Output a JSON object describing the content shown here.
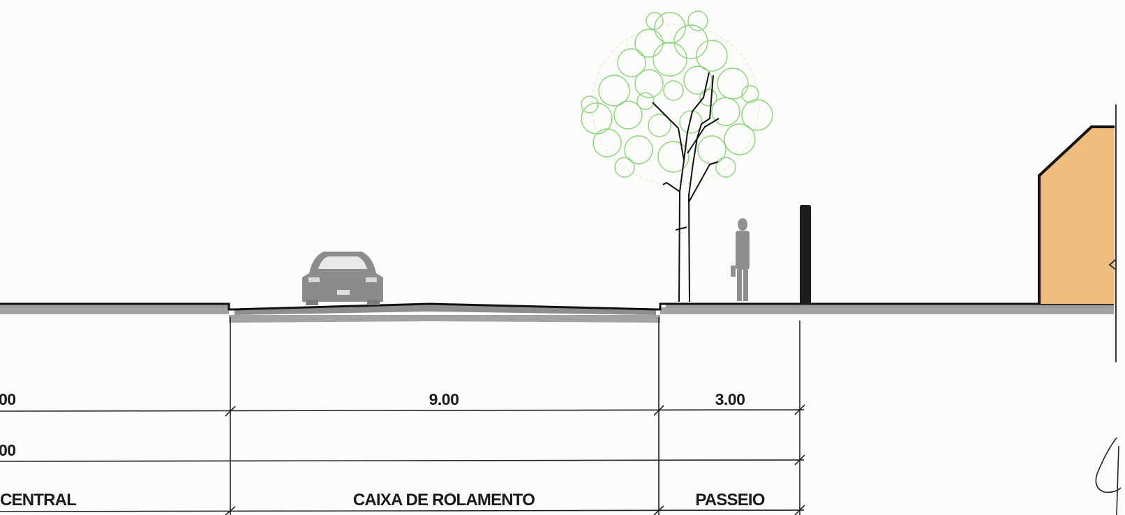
{
  "dimensions": {
    "row1": {
      "left_partial": "00",
      "caixa": "9.00",
      "passeio": "3.00"
    },
    "row2": {
      "left_partial": "00"
    }
  },
  "zones": {
    "central_partial": "CENTRAL",
    "caixa": "CAIXA DE ROLAMENTO",
    "passeio": "PASSEIO"
  },
  "colors": {
    "ground": "#9a9a9a",
    "line": "#1a1a1a",
    "tree_canopy": "#7fcf6e",
    "building": "#eebc7c",
    "figure": "#8f8f8f"
  }
}
